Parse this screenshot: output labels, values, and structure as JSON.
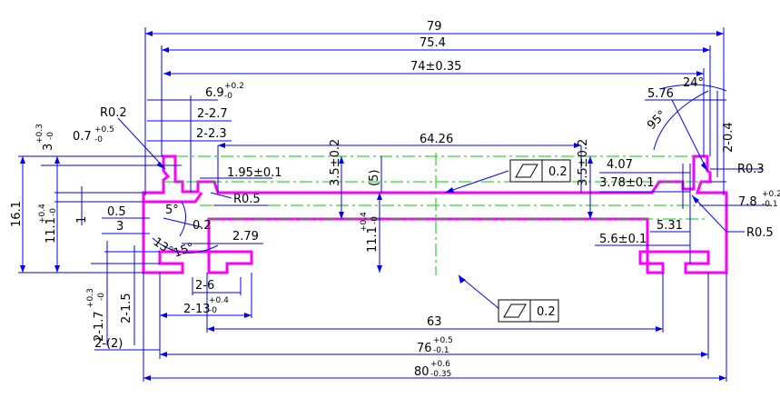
{
  "colors": {
    "part": "#ff00ff",
    "dimension": "#0000ff",
    "centerline": "#00cc00",
    "text": "#000000"
  },
  "dimensions": {
    "overall_79": "79",
    "width_75_4": "75.4",
    "width_74": "74±0.35",
    "d_6_9": "6.9",
    "d_6_9_tol_up": "+0.2",
    "d_6_9_tol_lo": "-0",
    "r_0_2": "R0.2",
    "d_2_2_7": "2-2.7",
    "d_2_2_3": "2-2.3",
    "d_0_7": "0.7",
    "d_0_7_tol_up": "+0.5",
    "d_0_7_tol_lo": "-0",
    "d_3": "3",
    "d_3_tol_up": "+0.3",
    "d_3_tol_lo": "-0",
    "d_1_95": "1.95±0.1",
    "r_0_5_left": "R0.5",
    "d_0_5": "0.5",
    "d_5deg": "5°",
    "d_1": "1",
    "d_3b": "3",
    "d_0_2": "0.2",
    "d_13deg": "13°",
    "d_15deg": "15°",
    "d_2_79": "2.79",
    "d_16_1": "16.1",
    "d_11_1_left": "11.1",
    "d_11_1_left_tol_up": "+0.4",
    "d_11_1_left_tol_lo": "-0",
    "d_2_6": "2-6",
    "d_2_13": "2-13",
    "d_2_13_tol_up": "+0.4",
    "d_2_13_tol_lo": "-0",
    "d_2_1_7": "2-1.7",
    "d_2_1_7_tol_up": "+0.3",
    "d_2_1_7_tol_lo": "-0",
    "d_2_1_5": "2-1.5",
    "d_2_2": "2-(2)",
    "d_64_26": "64.26",
    "d_3_5_left": "3.5±0.2",
    "d_5_ref": "(5)",
    "d_11_1_mid": "11.1",
    "d_11_1_mid_tol_up": "+0.4",
    "d_11_1_mid_tol_lo": "-0",
    "d_3_5_right": "3.5±0.2",
    "d_4_07": "4.07",
    "d_3_78": "3.78±0.1",
    "d_5_76": "5.76",
    "d_24deg": "24°",
    "d_95deg": "95°",
    "d_2_0_4": "2-0.4",
    "r_0_3": "R0.3",
    "d_7_8": "7.8",
    "d_7_8_tol_up": "+0.2",
    "d_7_8_tol_lo": "-0.1",
    "r_0_5_right": "R0.5",
    "d_5_31": "5.31",
    "d_5_6": "5.6±0.1",
    "d_63": "63",
    "d_76": "76",
    "d_76_tol_up": "+0.5",
    "d_76_tol_lo": "-0.1",
    "d_80": "80",
    "d_80_tol_up": "+0.6",
    "d_80_tol_lo": "-0.35"
  },
  "tolerance_frames": {
    "top": {
      "symbol": "flatness-icon",
      "value": "0.2"
    },
    "bottom": {
      "symbol": "flatness-icon",
      "value": "0.2"
    }
  }
}
